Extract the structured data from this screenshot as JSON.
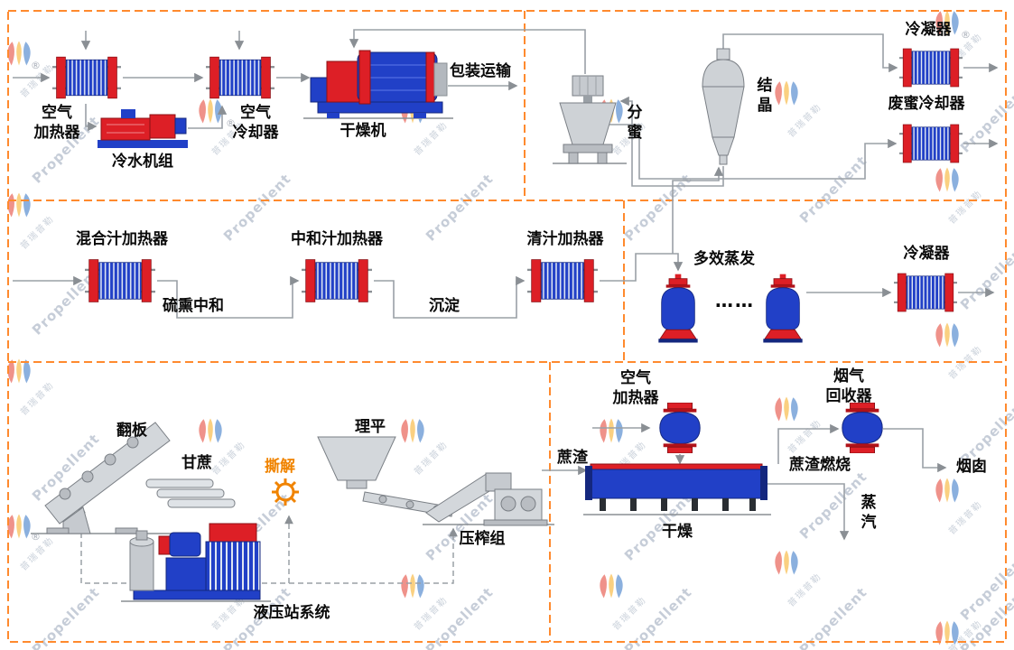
{
  "watermark": {
    "brand": "Propellent",
    "brand_cn": "普瑞普勒",
    "reg": "®"
  },
  "colors": {
    "section_border": "#ff8a2e",
    "equipment_blue": "#2140c7",
    "equipment_red": "#dd1f26",
    "line_gray": "#9aa0a6",
    "highlight_orange": "#f08300"
  },
  "labels": {
    "air_heater_tl": "空气\n加热器",
    "chiller": "冷水机组",
    "air_cooler": "空气\n冷却器",
    "dryer_machine": "干燥机",
    "packaging": "包装运输",
    "separation": "分\n蜜",
    "crystallization": "结\n晶",
    "condenser_top": "冷凝器",
    "waste_molasses_cooler": "废蜜冷却器",
    "mixed_juice_heater": "混合汁加热器",
    "sulfitation": "硫熏中和",
    "neutral_juice_heater": "中和汁加热器",
    "sedimentation": "沉淀",
    "clear_juice_heater": "清汁加热器",
    "multi_effect_evaporation": "多效蒸发",
    "evaporator_dots": "……",
    "condenser_mid": "冷凝器",
    "flip_plate": "翻板",
    "sugarcane": "甘蔗",
    "shredding": "撕解",
    "leveling": "理平",
    "bagasse": "蔗渣",
    "press_group": "压榨组",
    "hydraulic_station": "液压站系统",
    "air_heater_br": "空气\n加热器",
    "flue_gas_recovery": "烟气\n回收器",
    "bagasse_burning": "蔗渣燃烧",
    "chimney": "烟囱",
    "drying": "干燥",
    "steam": "蒸\n汽"
  }
}
